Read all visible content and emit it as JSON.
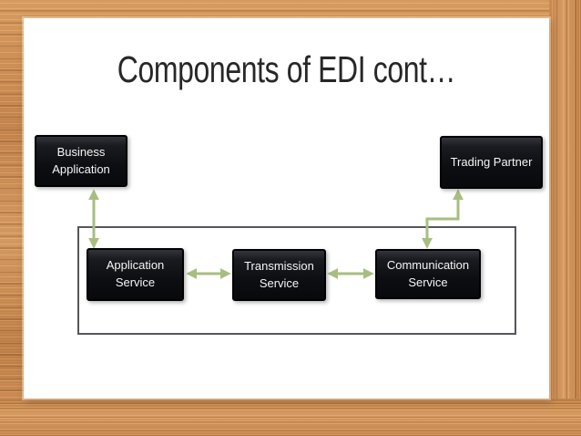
{
  "slide": {
    "title": "Components of EDI cont…",
    "nodes": {
      "business_application": {
        "label": "Business Application"
      },
      "trading_partner": {
        "label": "Trading Partner"
      },
      "application_service": {
        "label": "Application Service"
      },
      "transmission_service": {
        "label": "Transmission Service"
      },
      "communication_service": {
        "label": "Communication Service"
      }
    },
    "connectors": [
      {
        "from": "business_application",
        "to": "application_service",
        "style": "double-headed-arrow",
        "shape": "straight-vertical"
      },
      {
        "from": "application_service",
        "to": "transmission_service",
        "style": "double-headed-arrow",
        "shape": "straight-horizontal"
      },
      {
        "from": "transmission_service",
        "to": "communication_service",
        "style": "double-headed-arrow",
        "shape": "straight-horizontal"
      },
      {
        "from": "communication_service",
        "to": "trading_partner",
        "style": "double-headed-arrow",
        "shape": "elbow"
      }
    ],
    "colors": {
      "arrow": "#a8be80",
      "node_background": "#121318",
      "node_text": "#f5f5f5",
      "title_text": "#272727",
      "group_outline_border": "#55565a",
      "slide_background": "#ffffff",
      "wood_frame": "#cd8f52"
    }
  }
}
